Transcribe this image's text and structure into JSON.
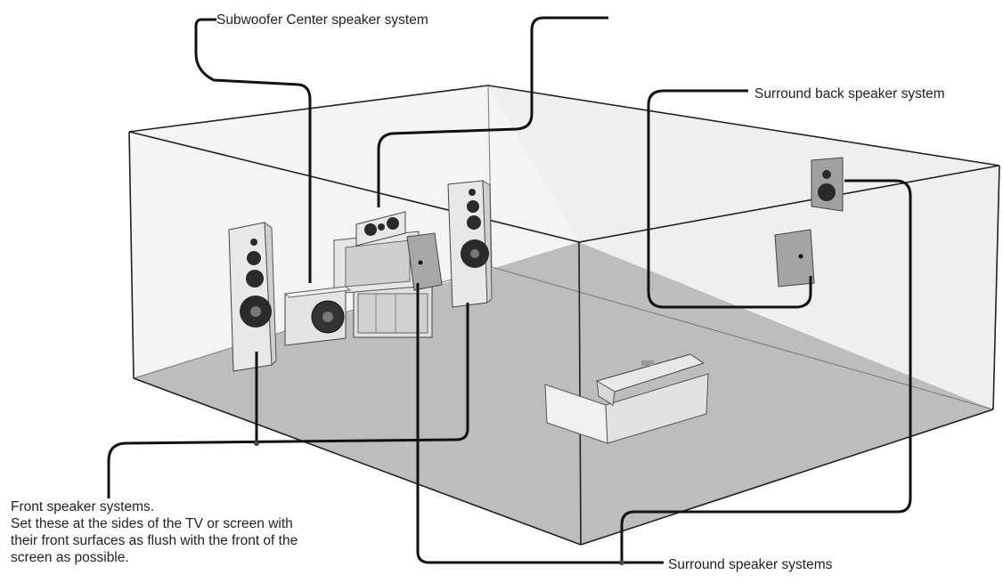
{
  "labels": {
    "subwoofer_center": "Subwoofer Center speaker system",
    "surround_back": "Surround back speaker system",
    "surround": "Surround speaker systems",
    "front_title": "Front speaker systems.",
    "front_desc": [
      "Set these at the sides of the TV or screen with",
      "their front surfaces as flush with the front of the",
      "screen as possible."
    ]
  },
  "colors": {
    "line": "#111111",
    "floor": "#bdbdbd",
    "wall": "#f2f2f2",
    "speaker_face": "#e8e8e8",
    "driver": "#2a2a2a"
  }
}
